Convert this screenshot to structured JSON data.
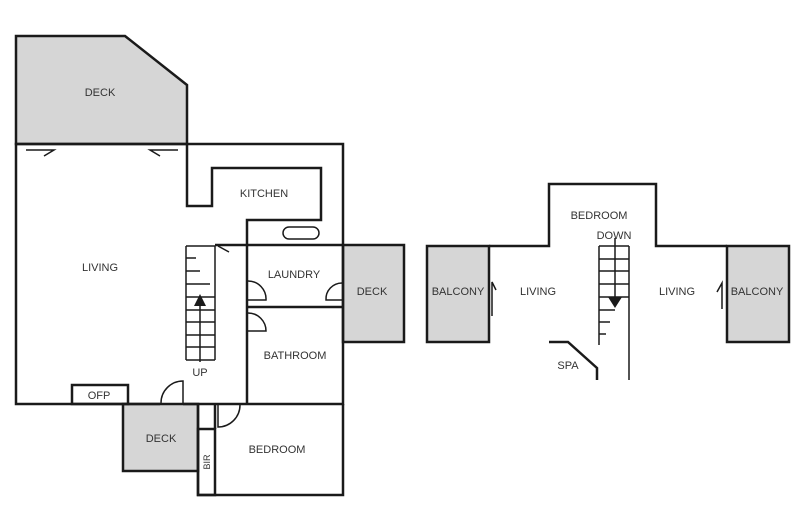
{
  "ground_floor": {
    "deck_top": "DECK",
    "living": "LIVING",
    "kitchen": "KITCHEN",
    "laundry": "LAUNDRY",
    "deck_right": "DECK",
    "bathroom": "BATHROOM",
    "stairs_up": "UP",
    "ofp": "OFP",
    "deck_bottom": "DECK",
    "bir": "BIR",
    "bedroom": "BEDROOM"
  },
  "upper_floor": {
    "bedroom": "BEDROOM",
    "stairs_down": "DOWN",
    "balcony_left": "BALCONY",
    "living_left": "LIVING",
    "living_right": "LIVING",
    "balcony_right": "BALCONY",
    "spa": "SPA"
  },
  "colors": {
    "wall": "#1a1a1a",
    "deck_fill": "#d6d6d6"
  }
}
